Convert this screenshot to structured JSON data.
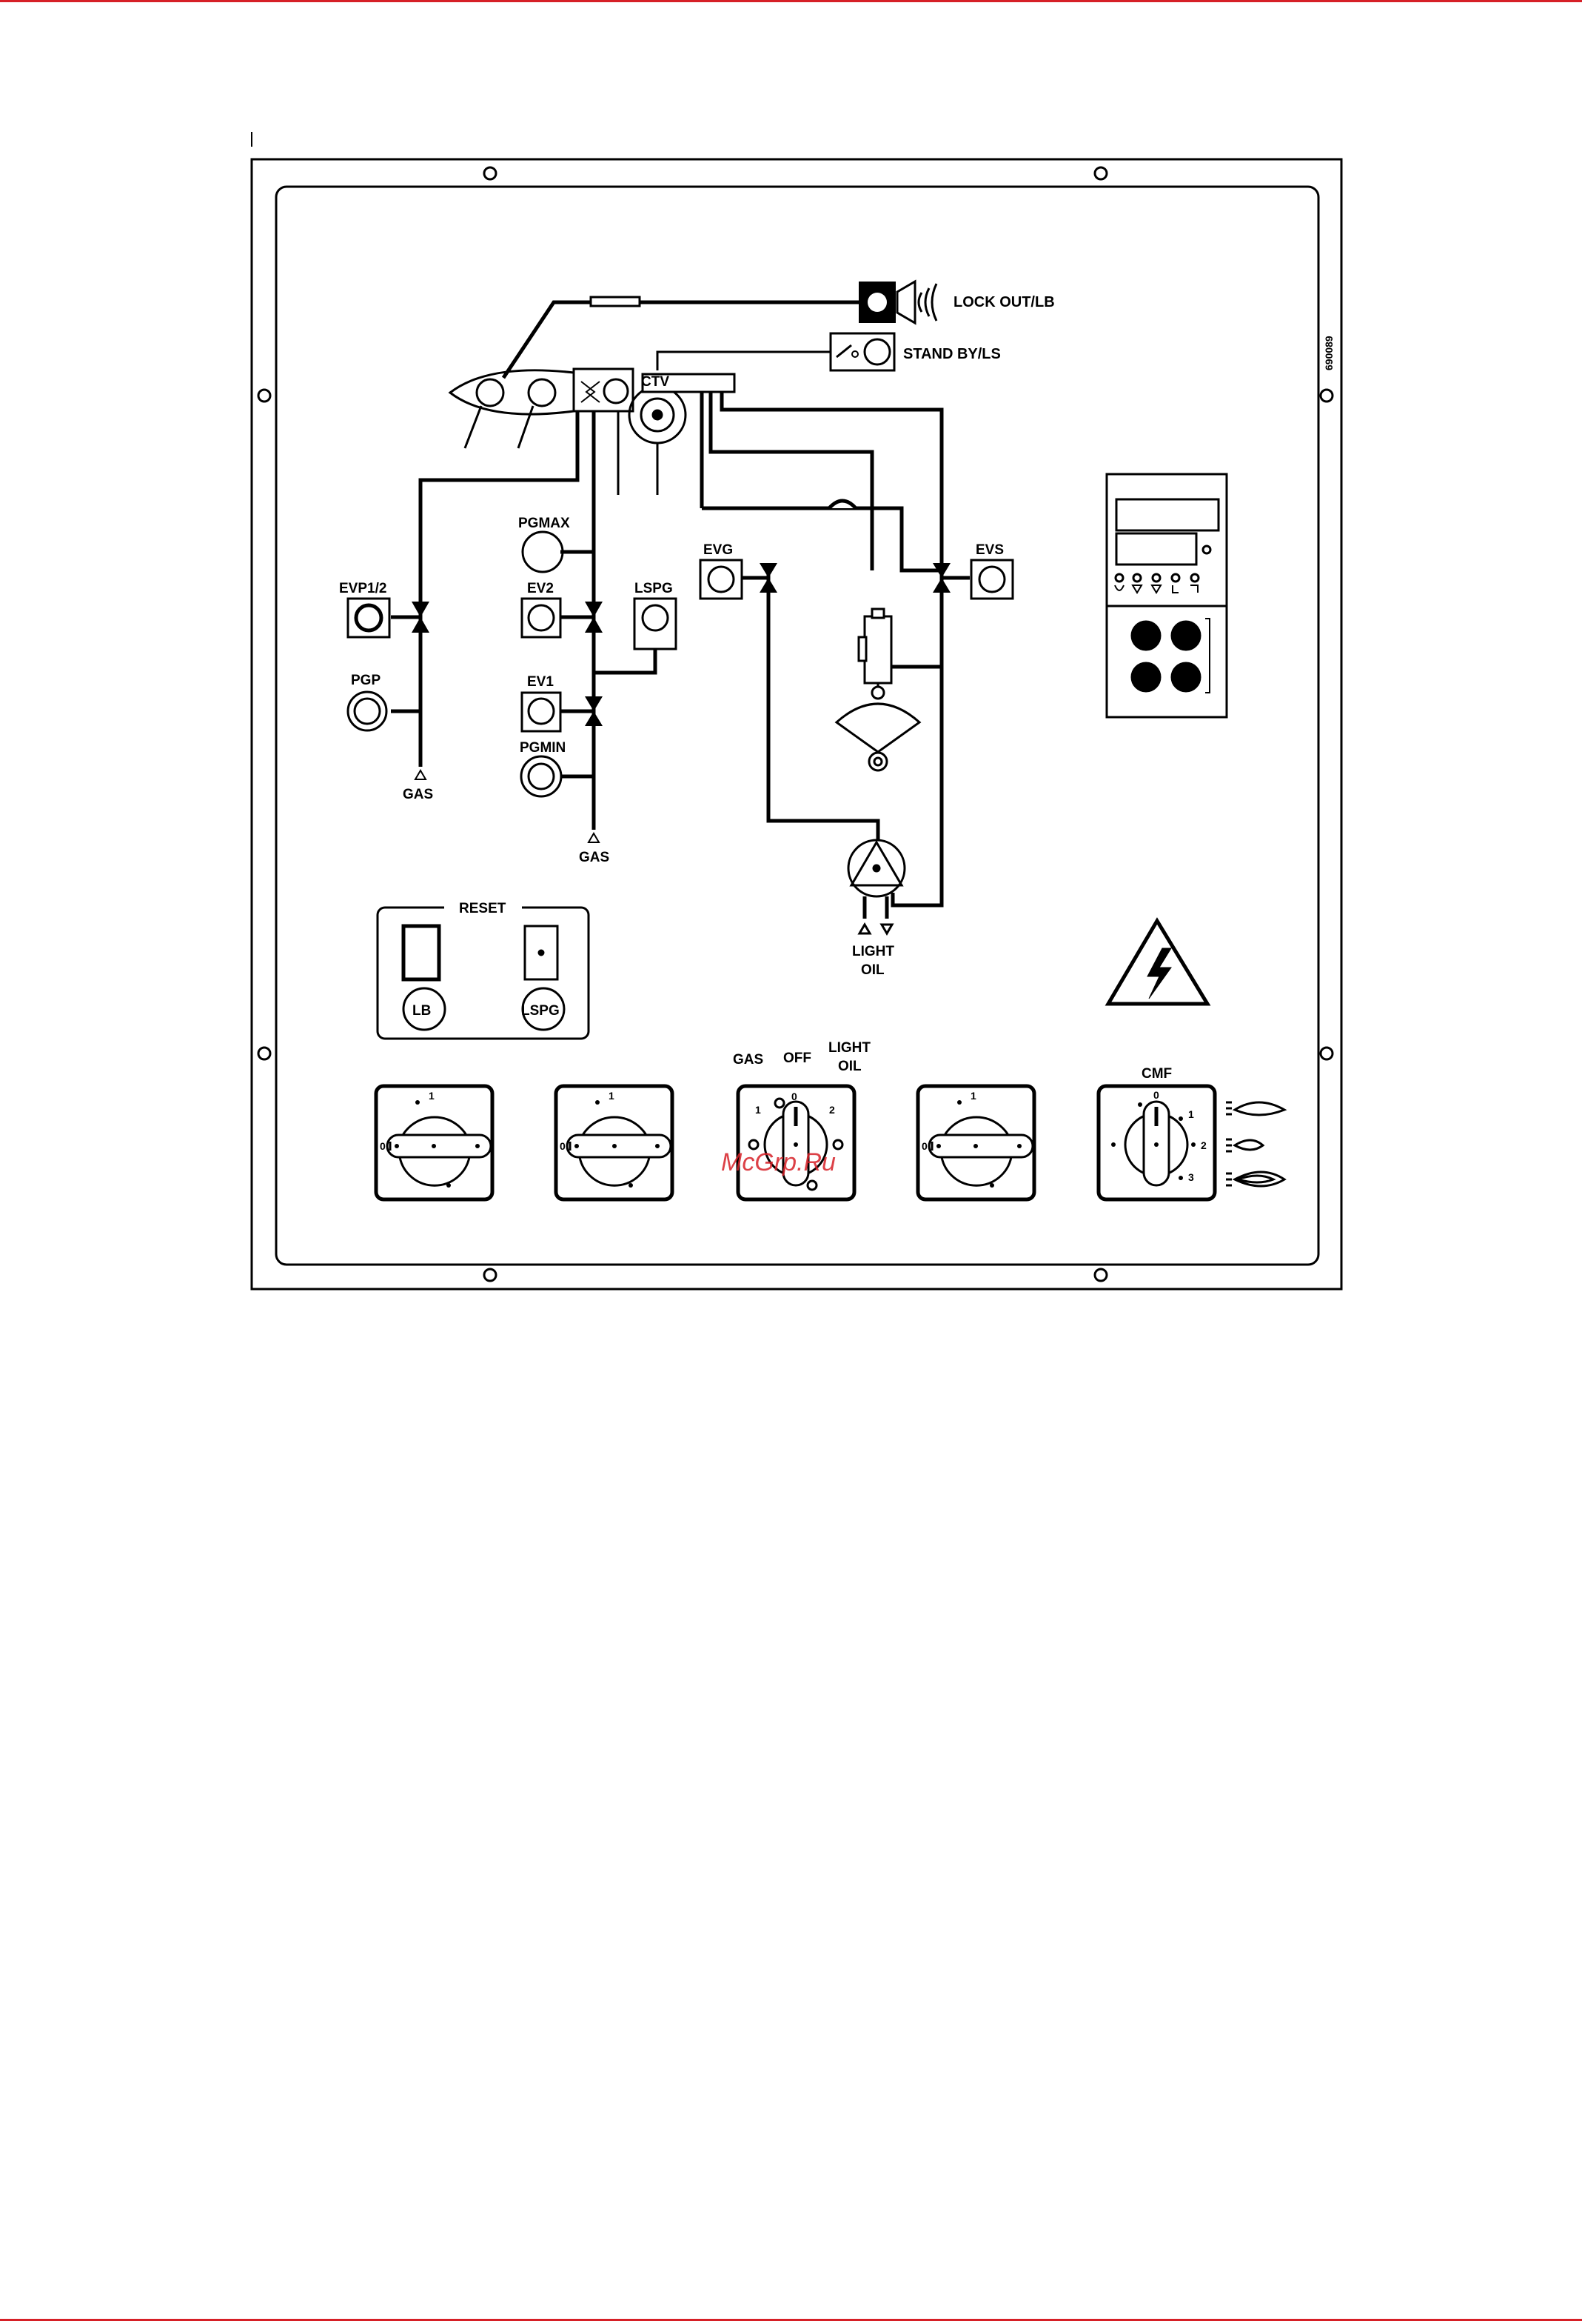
{
  "colors": {
    "rule": "#d62027",
    "ink": "#000000",
    "watermark": "#d62027"
  },
  "drawing_code": "690089",
  "labels": {
    "lockout": "LOCK OUT/LB",
    "standby": "STAND BY/LS",
    "ctv": "CTV",
    "pgmax": "PGMAX",
    "ev2": "EV2",
    "lspg": "LSPG",
    "ev1": "EV1",
    "pgmin": "PGMIN",
    "evp12": "EVP1/2",
    "pgp": "PGP",
    "gas_left": "GAS",
    "gas_mid": "GAS",
    "evg": "EVG",
    "evs": "EVS",
    "light_oil_1": "LIGHT",
    "light_oil_2": "OIL",
    "reset": "RESET",
    "reset_lb": "LB",
    "reset_lspg": "LSPG",
    "sel_gas": "GAS",
    "sel_off": "OFF",
    "sel_light_1": "LIGHT",
    "sel_light_2": "OIL",
    "cmf": "CMF"
  },
  "switches": {
    "pos_0": "0",
    "pos_1": "1",
    "pos_2": "2",
    "pos_3": "3"
  },
  "watermark": "McGrp.Ru",
  "icons": [
    "horn-icon",
    "flame-icon",
    "high-voltage-warning-icon",
    "pump-icon",
    "solenoid-valve-icon"
  ]
}
